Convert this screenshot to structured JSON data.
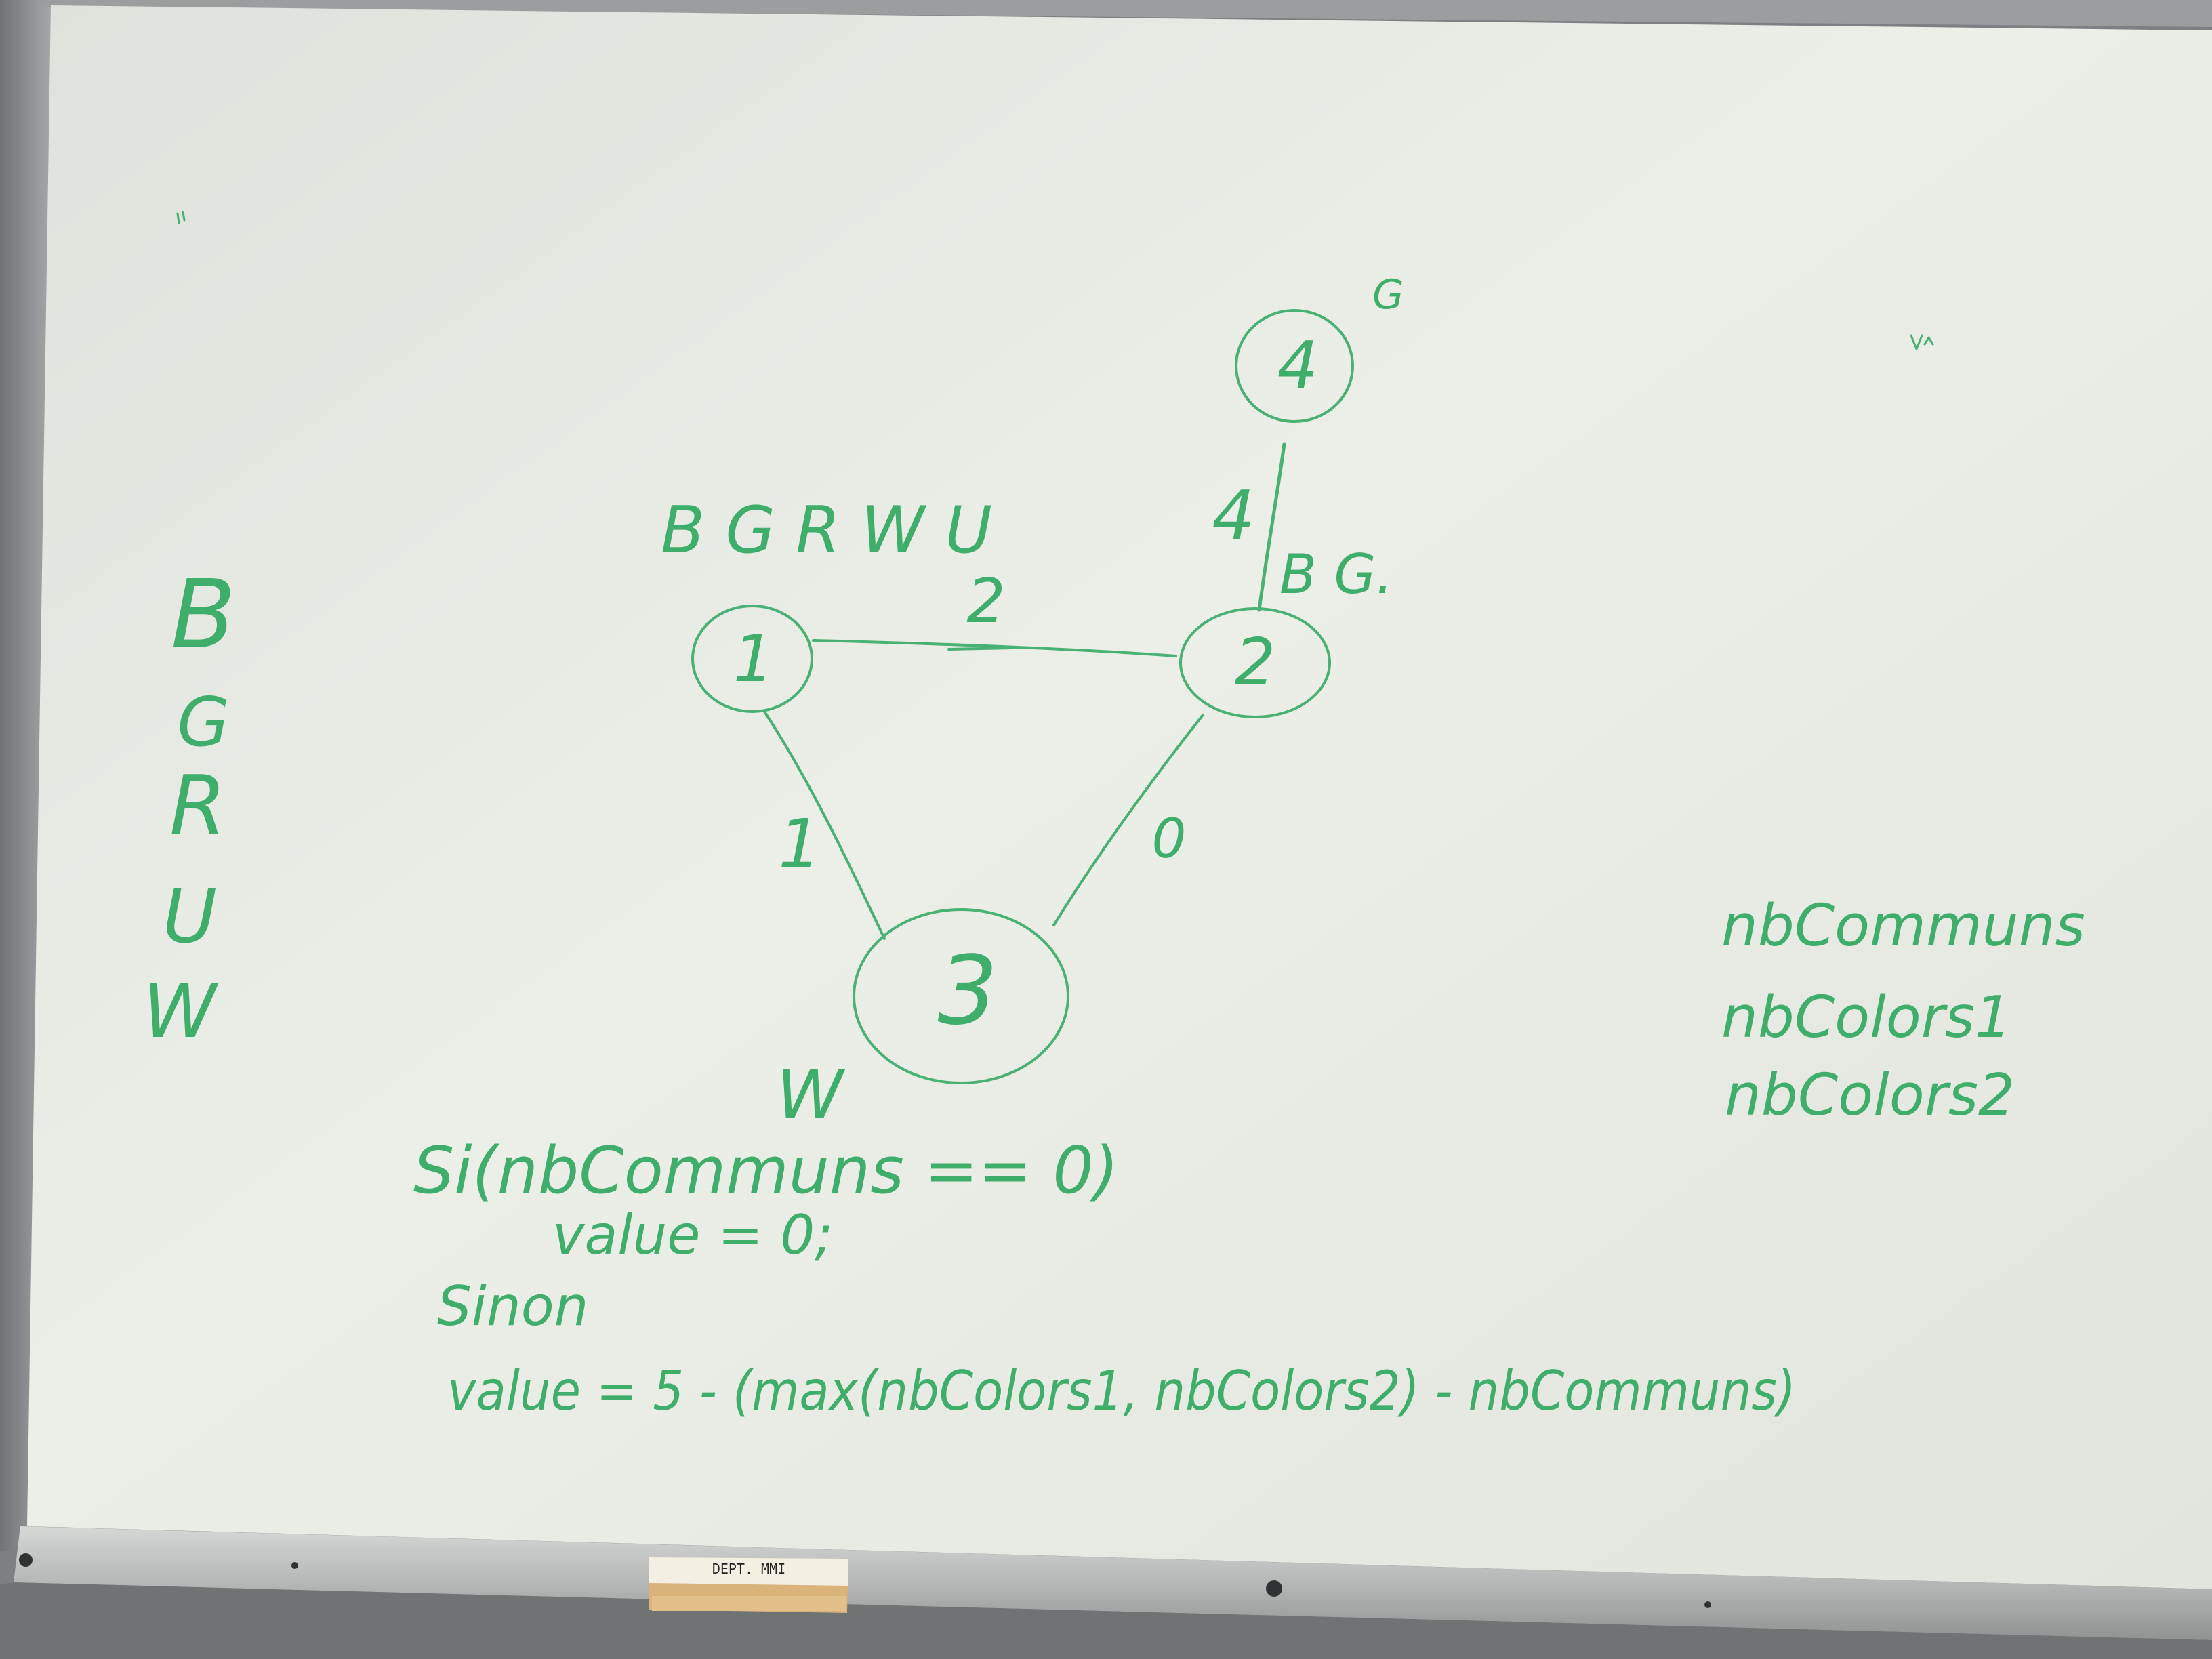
{
  "whiteboard": {
    "ink_color": "#3fae6a",
    "board_color": "#e6e8e2",
    "frame_color": "#8a8e8f",
    "tray_color": "#b9bcbb"
  },
  "color_list": [
    "B",
    "G",
    "R",
    "U",
    "W"
  ],
  "graph": {
    "nodes": [
      {
        "id": "1",
        "label": "1",
        "annotation": "B G R W U"
      },
      {
        "id": "2",
        "label": "2",
        "annotation": "B G."
      },
      {
        "id": "3",
        "label": "3",
        "annotation": "W"
      },
      {
        "id": "4",
        "label": "4",
        "annotation": "G"
      }
    ],
    "edges": [
      {
        "from": "1",
        "to": "2",
        "weight": "2"
      },
      {
        "from": "1",
        "to": "3",
        "weight": "1"
      },
      {
        "from": "2",
        "to": "3",
        "weight": "0"
      },
      {
        "from": "2",
        "to": "4",
        "weight": "4"
      }
    ]
  },
  "code": {
    "line1": "Si(nbCommuns == 0)",
    "line2": "value = 0;",
    "line3": "Sinon",
    "line4": "value = 5 - (max(nbColors1, nbColors2) - nbCommuns)"
  },
  "variables": [
    "nbCommuns",
    "nbColors1",
    "nbColors2"
  ],
  "eraser_label": "DEPT. MMI"
}
